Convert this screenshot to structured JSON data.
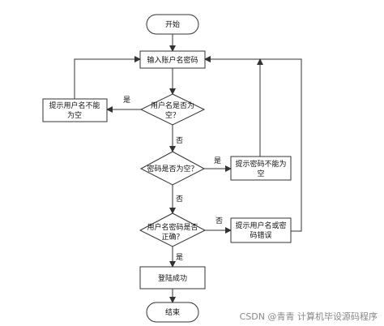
{
  "nodes": {
    "start": "开始",
    "input": "输入账户名密码",
    "check_user_empty": [
      "用户名是否为",
      "空？"
    ],
    "warn_user_empty": [
      "提示用户名不能",
      "为空"
    ],
    "check_pwd_empty": "密码是否为空？",
    "warn_pwd_empty": [
      "提示密码不能为",
      "空"
    ],
    "check_match": [
      "用户名密码是否",
      "正确？"
    ],
    "warn_wrong": [
      "提示用户名或密",
      "码错误"
    ],
    "success": "登陆成功",
    "end": "结束"
  },
  "edges": {
    "yes": "是",
    "no": "否"
  },
  "watermark": "CSDN @青青  计算机毕设源码程序"
}
